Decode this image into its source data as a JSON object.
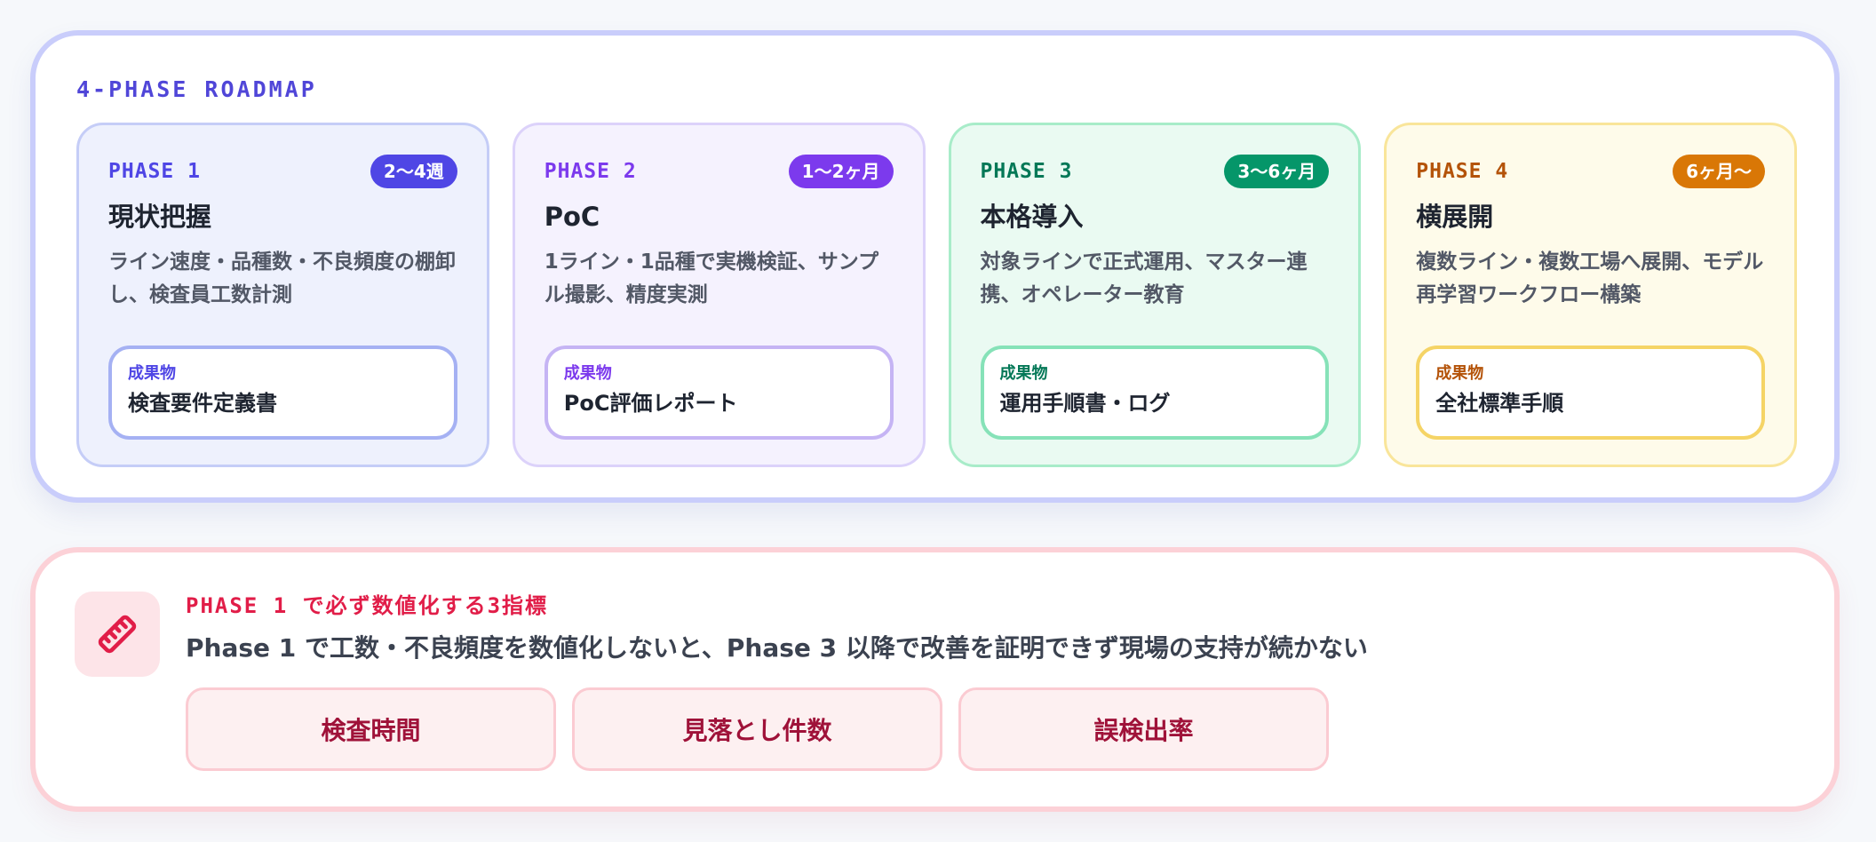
{
  "roadmap": {
    "title": "4-PHASE ROADMAP",
    "phases": [
      {
        "label": "PHASE 1",
        "duration": "2〜4週",
        "title": "現状把握",
        "description": "ライン速度・品種数・不良頻度の棚卸し、検査員工数計測",
        "deliverable_label": "成果物",
        "deliverable": "検査要件定義書",
        "accent": "#4f46e5"
      },
      {
        "label": "PHASE 2",
        "duration": "1〜2ヶ月",
        "title": "PoC",
        "description": "1ライン・1品種で実機検証、サンプル撮影、精度実測",
        "deliverable_label": "成果物",
        "deliverable": "PoC評価レポート",
        "accent": "#7c3aed"
      },
      {
        "label": "PHASE 3",
        "duration": "3〜6ヶ月",
        "title": "本格導入",
        "description": "対象ラインで正式運用、マスター連携、オペレーター教育",
        "deliverable_label": "成果物",
        "deliverable": "運用手順書・ログ",
        "accent": "#059669"
      },
      {
        "label": "PHASE 4",
        "duration": "6ヶ月〜",
        "title": "横展開",
        "description": "複数ライン・複数工場へ展開、モデル再学習ワークフロー構築",
        "deliverable_label": "成果物",
        "deliverable": "全社標準手順",
        "accent": "#d97706"
      }
    ]
  },
  "metrics": {
    "icon": "ruler-icon",
    "title": "PHASE 1 で必ず数値化する3指標",
    "description": "Phase 1 で工数・不良頻度を数値化しないと、Phase 3 以降で改善を証明できず現場の支持が続かない",
    "items": [
      "検査時間",
      "見落とし件数",
      "誤検出率"
    ],
    "accent": "#e11d48"
  }
}
